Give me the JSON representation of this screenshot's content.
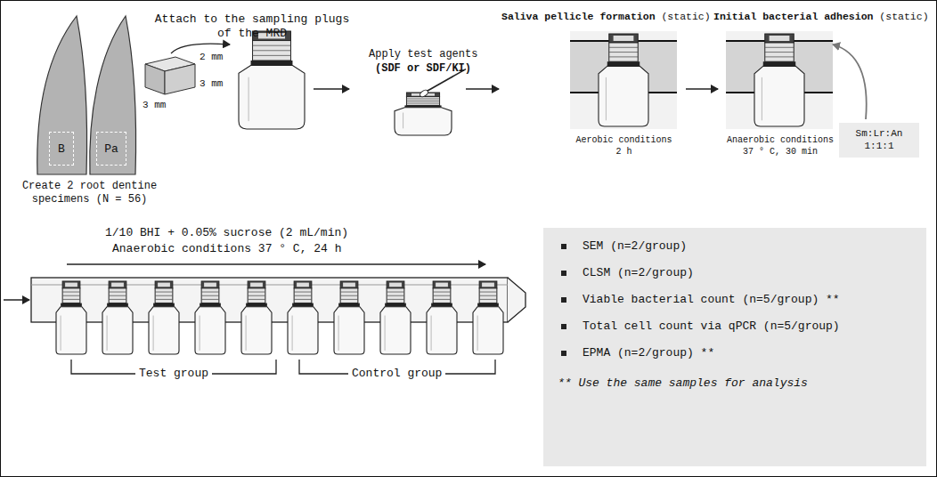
{
  "diagram": {
    "nodes": [
      {
        "text": [
          "B"
        ]
      },
      {
        "text": [
          "Pa"
        ]
      },
      {
        "text": [
          "Sm:Lr:An 1:1:1"
        ]
      },
      {
        "text": [
          "SEM (n=2/group)",
          "CLSM (n=2/group)",
          "Viable bacterial count (n=5/group) **",
          "Total cell count via qPCR (n=5/group)",
          "EPMA (n=2/group) **",
          "** Use the same samples for analysis"
        ]
      }
    ],
    "labels": [
      "Attach to the sampling plugs of the MRD",
      "2 mm",
      "3 mm",
      "3 mm",
      "Create 2 root dentine specimens (N = 56)",
      "Apply test agents",
      "(SDF or SDF/KI)",
      "Saliva pellicle formation",
      "(static)",
      "Aerobic conditions 2 h",
      "Initial bacterial adhesion",
      "(static)",
      "Anaerobic conditions 37 ° C, 30 min",
      "1/10 BHI + 0.05% sucrose (2 mL/min)",
      "Anaerobic conditions 37 ° C, 24 h",
      "Test group",
      "Control group"
    ]
  }
}
